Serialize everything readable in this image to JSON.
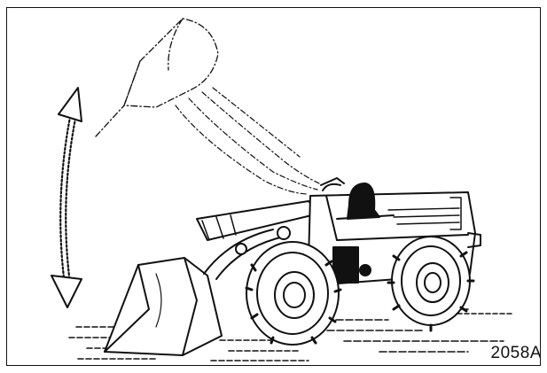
{
  "figure": {
    "reference_code": "2058A"
  },
  "icons": {
    "motion_arrow": "double-headed-curved-arrow",
    "machine": "wheel-loader-illustration"
  },
  "colors": {
    "ink": "#111111",
    "background": "#ffffff"
  }
}
